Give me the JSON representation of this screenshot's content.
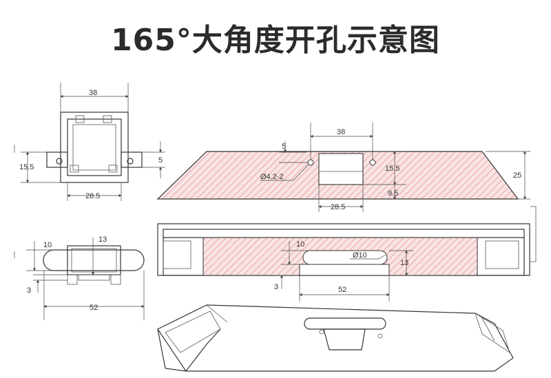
{
  "title": "165°大角度开孔示意图",
  "colors": {
    "hatch": "#e58080",
    "hatch_bg": "#f8e4e4",
    "line": "#333333"
  },
  "dims": {
    "top_left_width": "38",
    "top_left_height": "15.5",
    "top_left_tab": "5",
    "top_left_base": "28.5",
    "top_right_width": "38",
    "top_right_tab": "5",
    "top_right_hole": "Ø4.2-2",
    "top_right_h1": "15.5",
    "top_right_h2": "9.5",
    "top_right_base": "28.5",
    "top_right_depth": "25",
    "bottom_left_10": "10",
    "bottom_left_13": "13",
    "bottom_left_3": "3",
    "bottom_left_52": "52",
    "bottom_right_10": "10",
    "bottom_right_slot": "Ø10",
    "bottom_right_13": "13",
    "bottom_right_3": "3",
    "bottom_right_52": "52"
  }
}
